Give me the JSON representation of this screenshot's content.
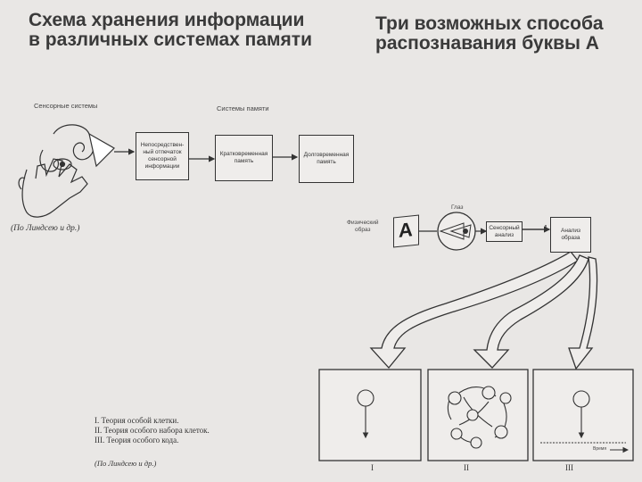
{
  "left": {
    "title_line1": "Схема хранения информации",
    "title_line2": "в различных системах памяти",
    "sensory_label": "Сенсорные системы",
    "memory_label": "Системы памяти",
    "box1": [
      "Непосредствен-",
      "ный отпечаток",
      "сенсорной",
      "информации"
    ],
    "box2": [
      "Кратковременная",
      "память"
    ],
    "box3": [
      "Долговременная",
      "память"
    ],
    "citation": "(По Линдсею и др.)"
  },
  "right": {
    "title_line1": "Три возможных способа",
    "title_line2": "распознавания буквы  А",
    "physical_image": [
      "Физический",
      "образ"
    ],
    "letter": "A",
    "eye_label": "Глаз",
    "sensory_analysis": [
      "Сенсорный",
      "анализ"
    ],
    "image_analysis": [
      "Анализ",
      "образа"
    ],
    "roman": [
      "I",
      "II",
      "III"
    ],
    "time_label": "Время"
  },
  "theories": [
    "I. Теория особой клетки.",
    "II. Теория особого набора клеток.",
    "III. Теория особого кода."
  ],
  "bottom_citation": "(По Линдсею и др.)"
}
